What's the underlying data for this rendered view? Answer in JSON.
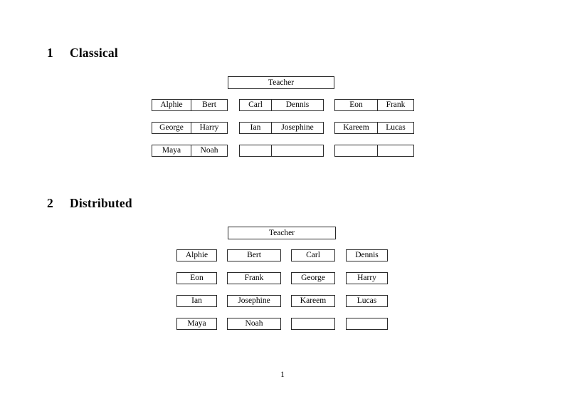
{
  "document": {
    "page_number": "1",
    "sections": [
      {
        "number": "1",
        "title": "Classical",
        "layout": "grouped-two-column",
        "teacher_label": "Teacher",
        "groups": [
          {
            "rows": [
              [
                "Alphie",
                "Bert"
              ],
              [
                "George",
                "Harry"
              ],
              [
                "Maya",
                "Noah"
              ]
            ]
          },
          {
            "rows": [
              [
                "Carl",
                "Dennis"
              ],
              [
                "Ian",
                "Josephine"
              ],
              [
                "",
                ""
              ]
            ]
          },
          {
            "rows": [
              [
                "Eon",
                "Frank"
              ],
              [
                "Kareem",
                "Lucas"
              ],
              [
                "",
                ""
              ]
            ]
          }
        ]
      },
      {
        "number": "2",
        "title": "Distributed",
        "layout": "single-cell-columns",
        "teacher_label": "Teacher",
        "rows": [
          [
            "Alphie",
            "Bert",
            "Carl",
            "Dennis"
          ],
          [
            "Eon",
            "Frank",
            "George",
            "Harry"
          ],
          [
            "Ian",
            "Josephine",
            "Kareem",
            "Lucas"
          ],
          [
            "Maya",
            "Noah",
            "",
            ""
          ]
        ]
      }
    ]
  },
  "colors": {
    "page_background": "#ffffff",
    "text": "#000000",
    "border": "#2b2b2b"
  }
}
